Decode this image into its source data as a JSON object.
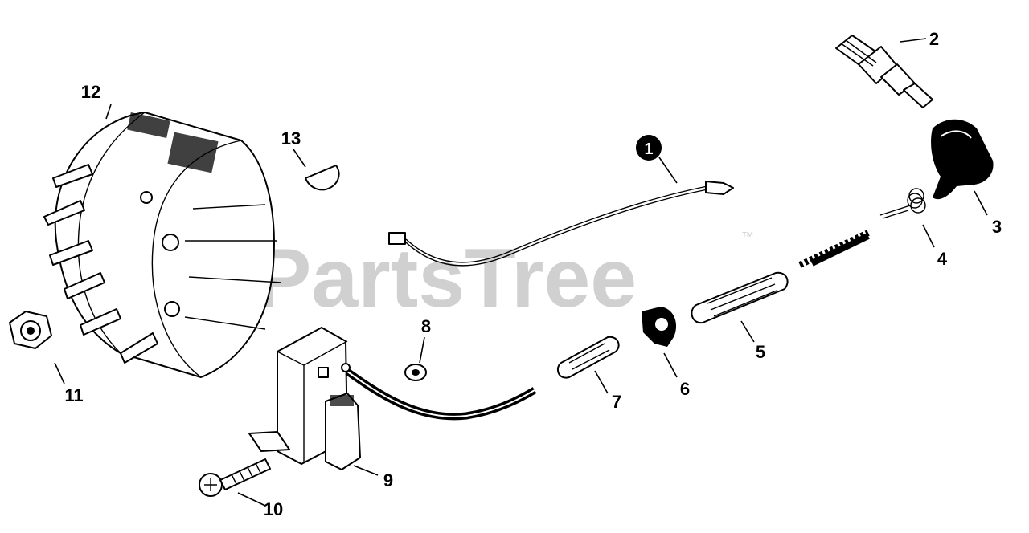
{
  "watermark": {
    "text": "PartsTree",
    "trademark": "™"
  },
  "callouts": {
    "c1": "1",
    "c2": "2",
    "c3": "3",
    "c4": "4",
    "c5": "5",
    "c6": "6",
    "c7": "7",
    "c8": "8",
    "c9": "9",
    "c10": "10",
    "c11": "11",
    "c12": "12",
    "c13": "13"
  },
  "colors": {
    "ink": "#000000",
    "watermark": "#d0d0d0",
    "background": "#ffffff"
  }
}
